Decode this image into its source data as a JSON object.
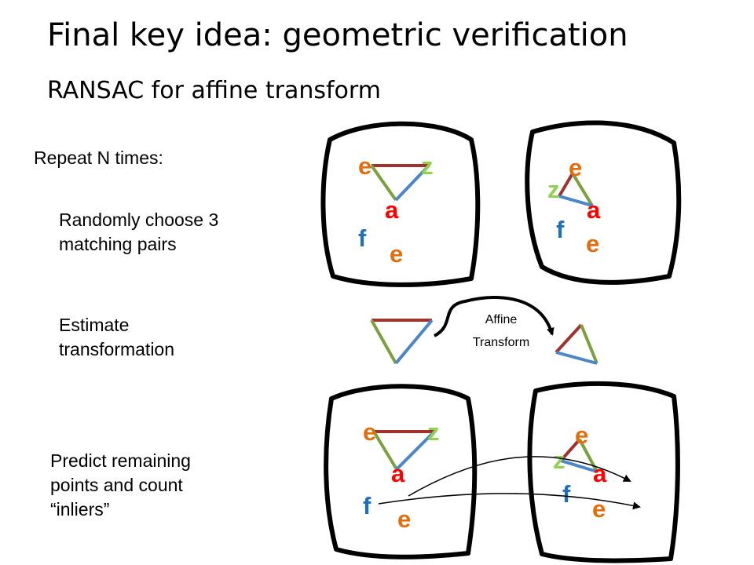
{
  "slide": {
    "title": "Final key idea: geometric verification",
    "subtitle": "RANSAC for affine transform"
  },
  "steps": {
    "repeat": "Repeat N times:",
    "choose": "Randomly choose 3\nmatching pairs",
    "estimate": "Estimate\ntransformation",
    "predict": "Predict remaining\npoints and count\n“inliers”"
  },
  "diagram": {
    "affine_label_1": "Affine",
    "affine_label_2": "Transform",
    "points": {
      "e": "e",
      "z": "z",
      "a": "a",
      "f": "f"
    },
    "colors": {
      "e": "#e46c0a",
      "z": "#92d050",
      "a": "#ff0000",
      "f": "#1f6fc0",
      "ez_line": "#a0332e",
      "ea_line": "#7ba13e",
      "za_line": "#4a86c8",
      "outline": "#000000"
    }
  }
}
